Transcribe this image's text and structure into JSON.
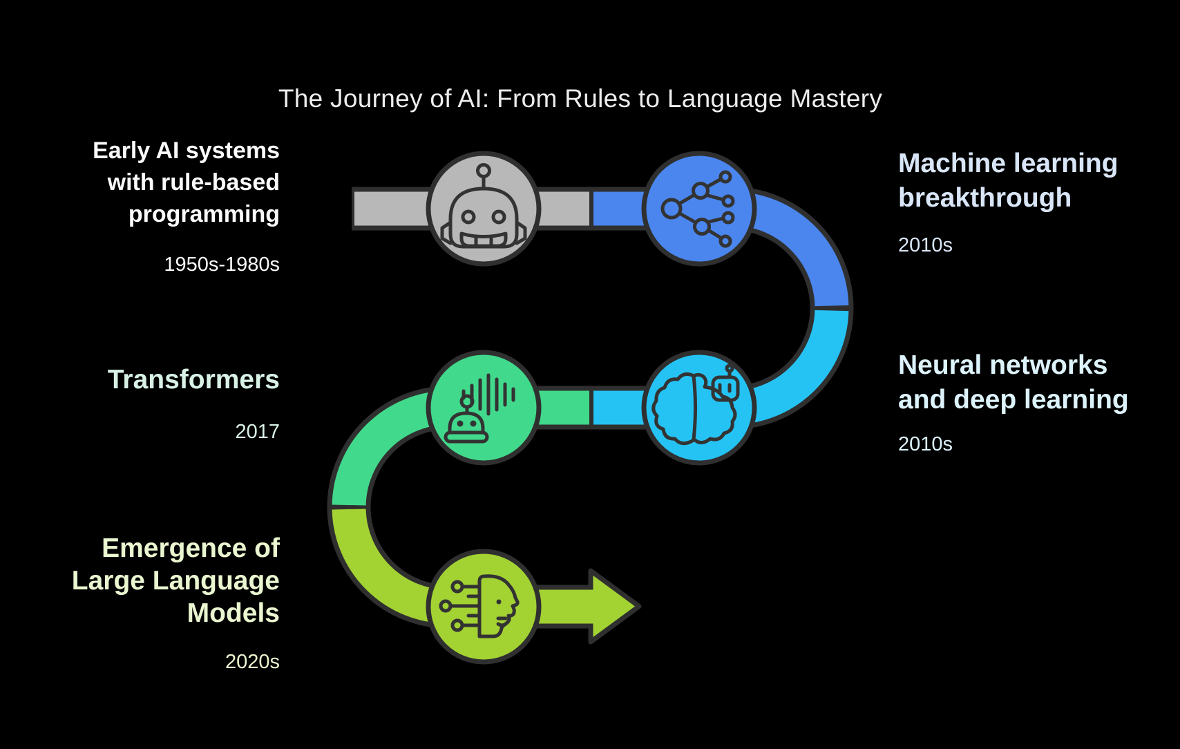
{
  "title": "The Journey of AI: From Rules to Language Mastery",
  "colors": {
    "background": "#000000",
    "track_outline": "#2f2f2f",
    "icon_stroke": "#333333",
    "title_text": "#ededed"
  },
  "milestones": [
    {
      "name": "early-ai",
      "title_lines": [
        "Early AI systems",
        "with rule-based",
        "programming"
      ],
      "date": "1950s-1980s",
      "side": "left",
      "icon": "robot-icon",
      "node_color": "#b8b8b8",
      "label_color": "#fbfbfb"
    },
    {
      "name": "machine-learning",
      "title_lines": [
        "Machine learning",
        "breakthrough"
      ],
      "date": "2010s",
      "side": "right",
      "icon": "network-tree-icon",
      "node_color": "#4a86ee",
      "label_color": "#d9e6f7"
    },
    {
      "name": "neural-networks",
      "title_lines": [
        "Neural networks",
        "and deep learning"
      ],
      "date": "2010s",
      "side": "right",
      "icon": "brain-robot-icon",
      "node_color": "#25c3f4",
      "label_color": "#ddf3fc"
    },
    {
      "name": "transformers",
      "title_lines": [
        "Transformers"
      ],
      "date": "2017",
      "side": "left",
      "icon": "voice-robot-icon",
      "node_color": "#41d98b",
      "label_color": "#d9f2e6"
    },
    {
      "name": "llm",
      "title_lines": [
        "Emergence of",
        "Large Language",
        "Models"
      ],
      "date": "2020s",
      "side": "left",
      "icon": "cyborg-head-icon",
      "node_color": "#a3d233",
      "label_color": "#eaf6d0"
    }
  ]
}
